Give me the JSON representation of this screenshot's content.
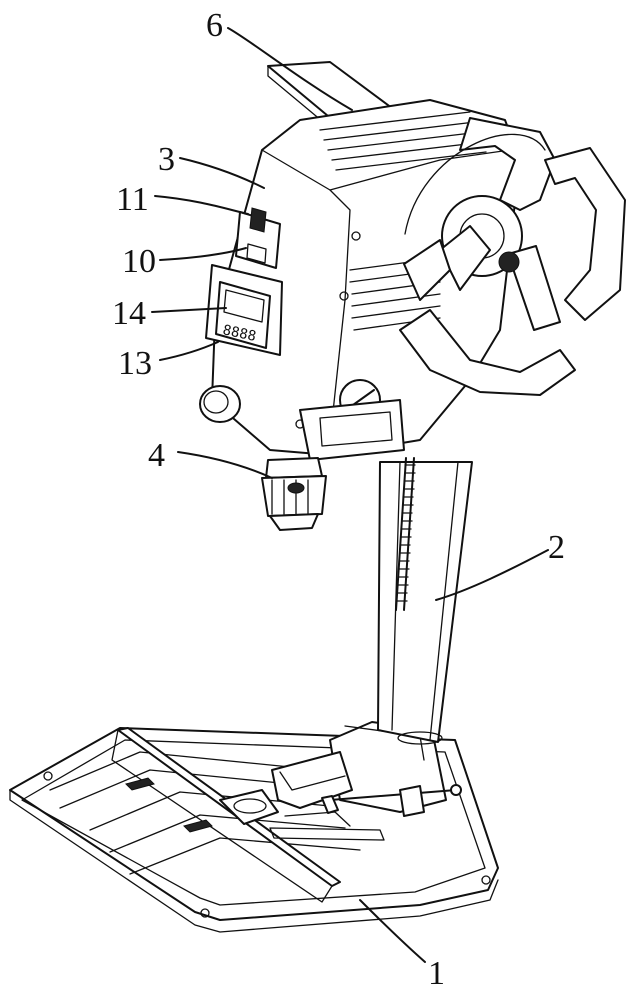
{
  "figure": {
    "labels": [
      {
        "id": "6",
        "text": "6"
      },
      {
        "id": "3",
        "text": "3"
      },
      {
        "id": "11",
        "text": "11"
      },
      {
        "id": "10",
        "text": "10"
      },
      {
        "id": "14",
        "text": "14"
      },
      {
        "id": "13",
        "text": "13"
      },
      {
        "id": "4",
        "text": "4"
      },
      {
        "id": "2",
        "text": "2"
      },
      {
        "id": "1",
        "text": "1"
      }
    ],
    "display_digits": "8888"
  }
}
